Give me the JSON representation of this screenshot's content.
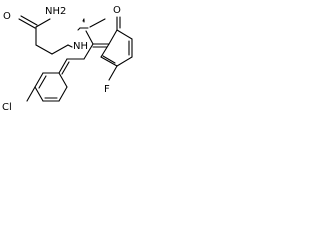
{
  "structure": {
    "atoms": {
      "amide_oxygen": "O",
      "amide_nitrogen": "NH2",
      "amine": "NH",
      "chlorine": "Cl",
      "ketone_oxygen": "O",
      "fluorine": "F"
    }
  }
}
